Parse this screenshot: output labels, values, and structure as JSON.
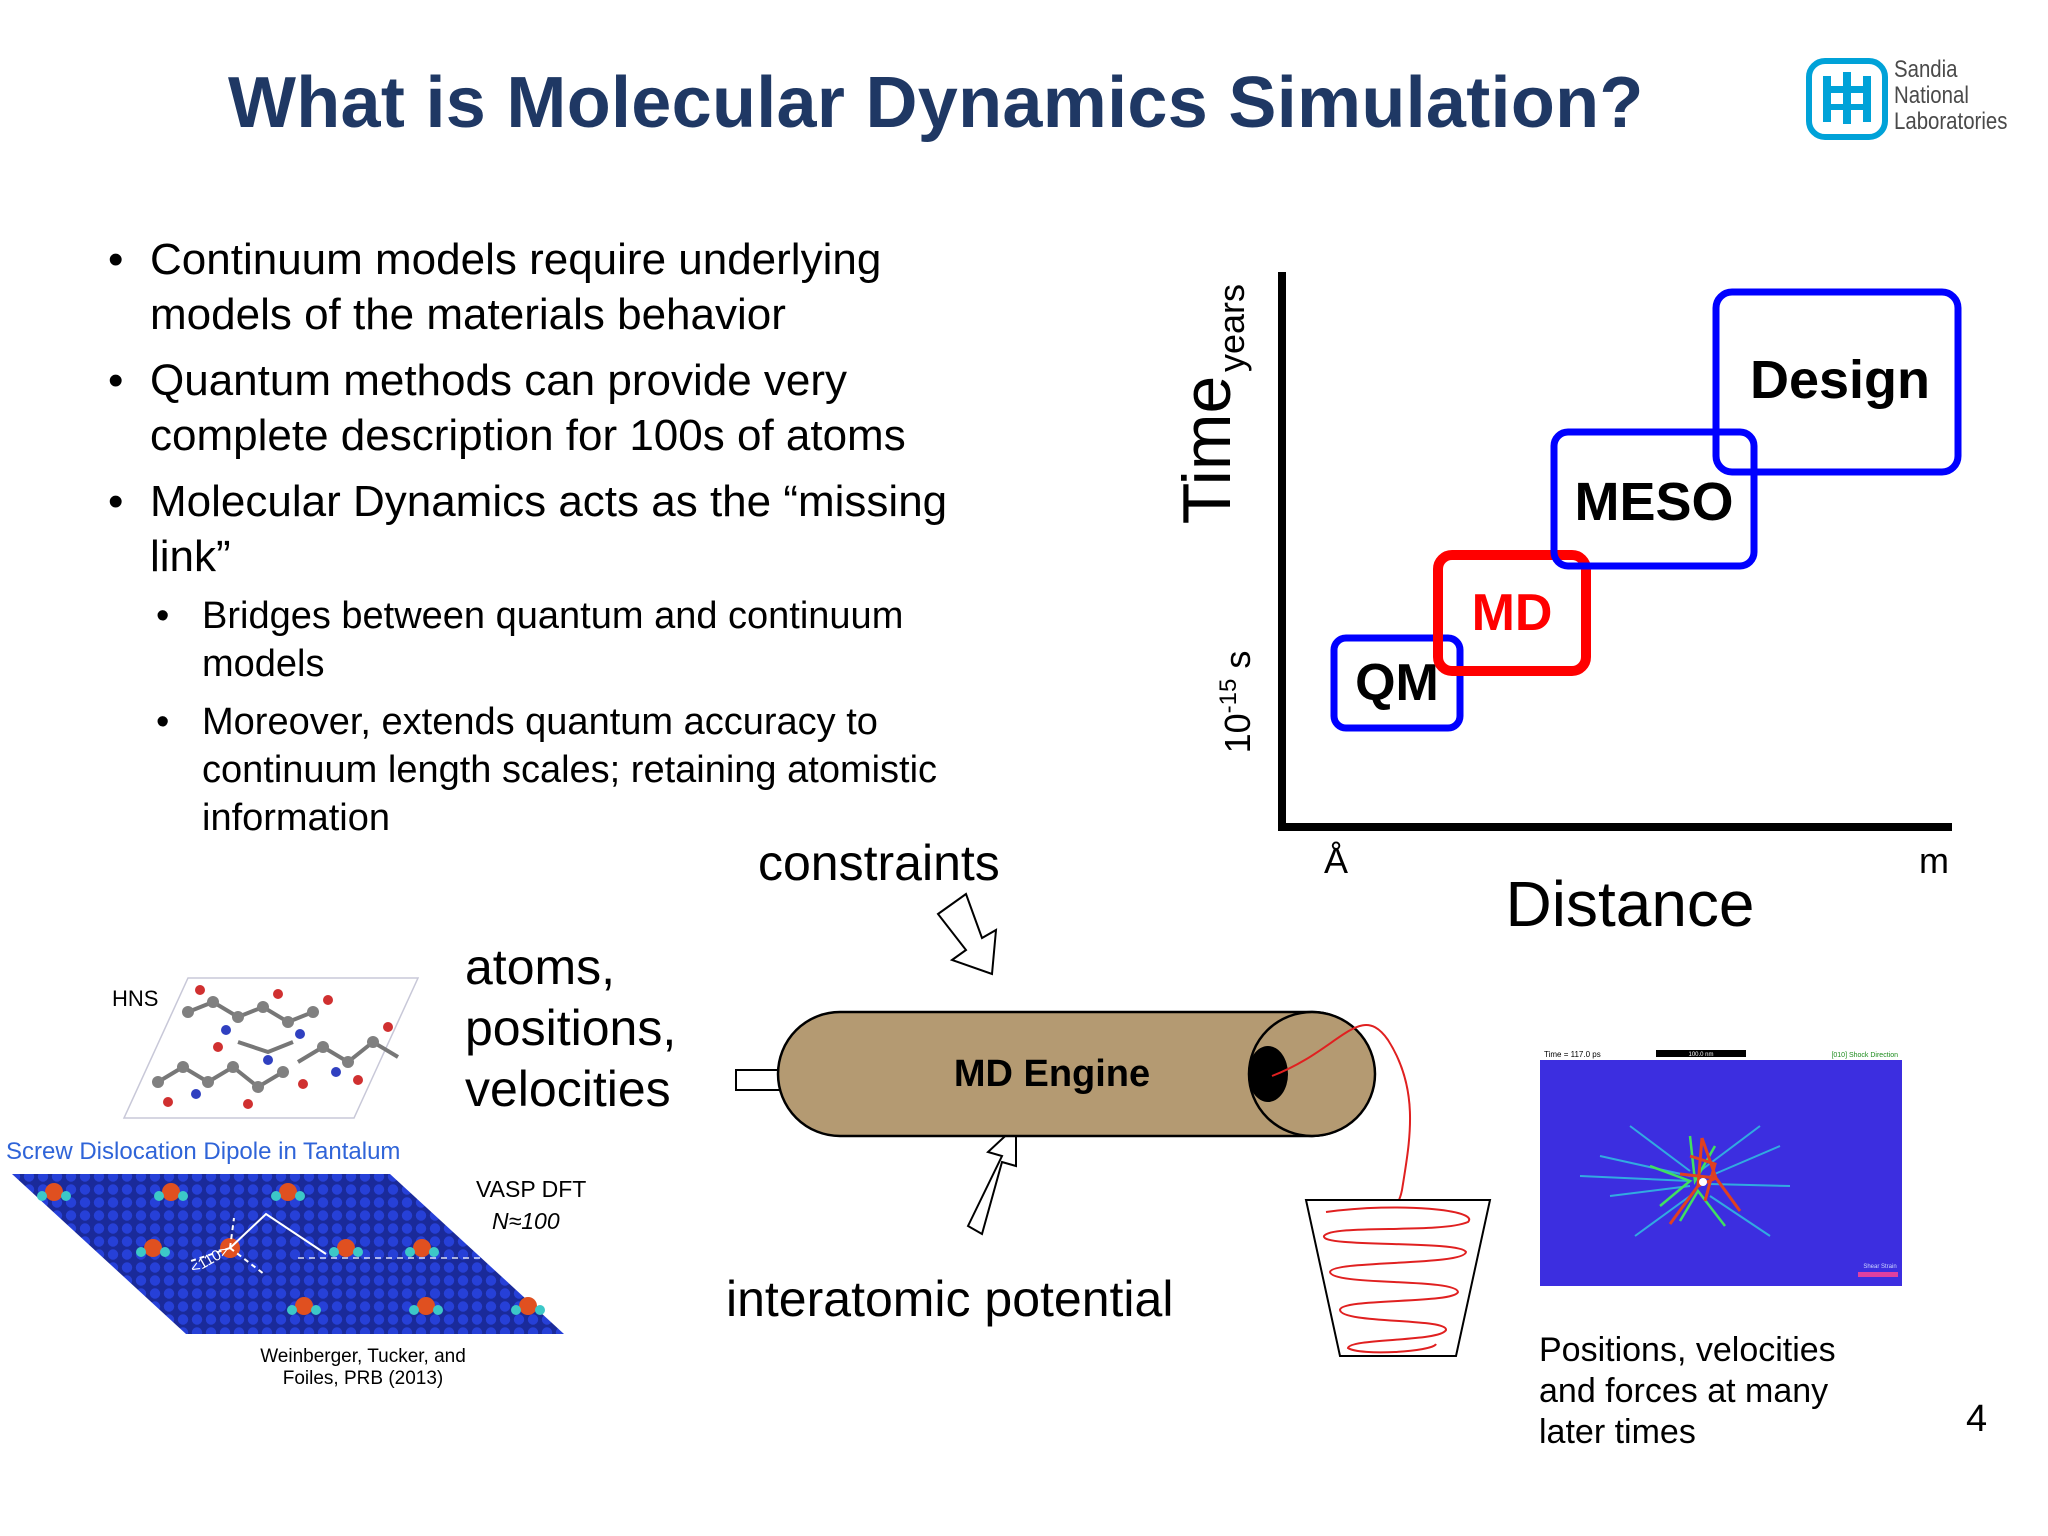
{
  "title": "What is Molecular Dynamics Simulation?",
  "logo": {
    "line1": "Sandia",
    "line2": "National",
    "line3": "Laboratories"
  },
  "bullets": [
    {
      "text": "Continuum models require underlying models of the materials behavior"
    },
    {
      "text": "Quantum methods can provide very complete description for 100s of atoms"
    },
    {
      "text": "Molecular Dynamics acts as the “missing link”"
    }
  ],
  "sub_bullets": [
    {
      "text": "Bridges between quantum and continuum models"
    },
    {
      "text": "Moreover, extends quantum accuracy to continuum length scales; retaining atomistic information"
    }
  ],
  "chart": {
    "y_label": "Time",
    "y_top": "years",
    "y_bottom_base": "10",
    "y_bottom_exp": "-15",
    "y_bottom_unit": " s",
    "x_label": "Distance",
    "x_left": "Å",
    "x_right": "m",
    "boxes": [
      {
        "label": "QM",
        "color": "#0000ff"
      },
      {
        "label": "MD",
        "color": "#ff0000"
      },
      {
        "label": "MESO",
        "color": "#0000ff"
      },
      {
        "label": "Design",
        "color": "#0000ff"
      }
    ]
  },
  "diagram": {
    "constraints": "constraints",
    "inputs_line1": "atoms,",
    "inputs_line2": "positions,",
    "inputs_line3": "velocities",
    "engine": "MD Engine",
    "potential": "interatomic potential",
    "output_line1": "Positions, velocities",
    "output_line2": "and forces at many",
    "output_line3": "later times"
  },
  "left_figure": {
    "hns": "HNS",
    "screw_title": "Screw Dislocation Dipole in Tantalum",
    "vasp": "VASP DFT",
    "n": "N≈100",
    "dir_label": "<110>",
    "citation_line1": "Weinberger, Tucker, and",
    "citation_line2": "Foiles, PRB (2013)"
  },
  "sim_image": {
    "time_label": "Time = 117.0 ps",
    "scale_label": "100.0 nm",
    "shock_label": "[010] Shock Direction",
    "strain_label": "Shear Strain"
  },
  "page_number": "4",
  "colors": {
    "title": "#1f3864",
    "engine_fill": "#b49a72",
    "red": "#ff0000",
    "blue": "#0000ff",
    "link_blue": "#2f64d8"
  }
}
